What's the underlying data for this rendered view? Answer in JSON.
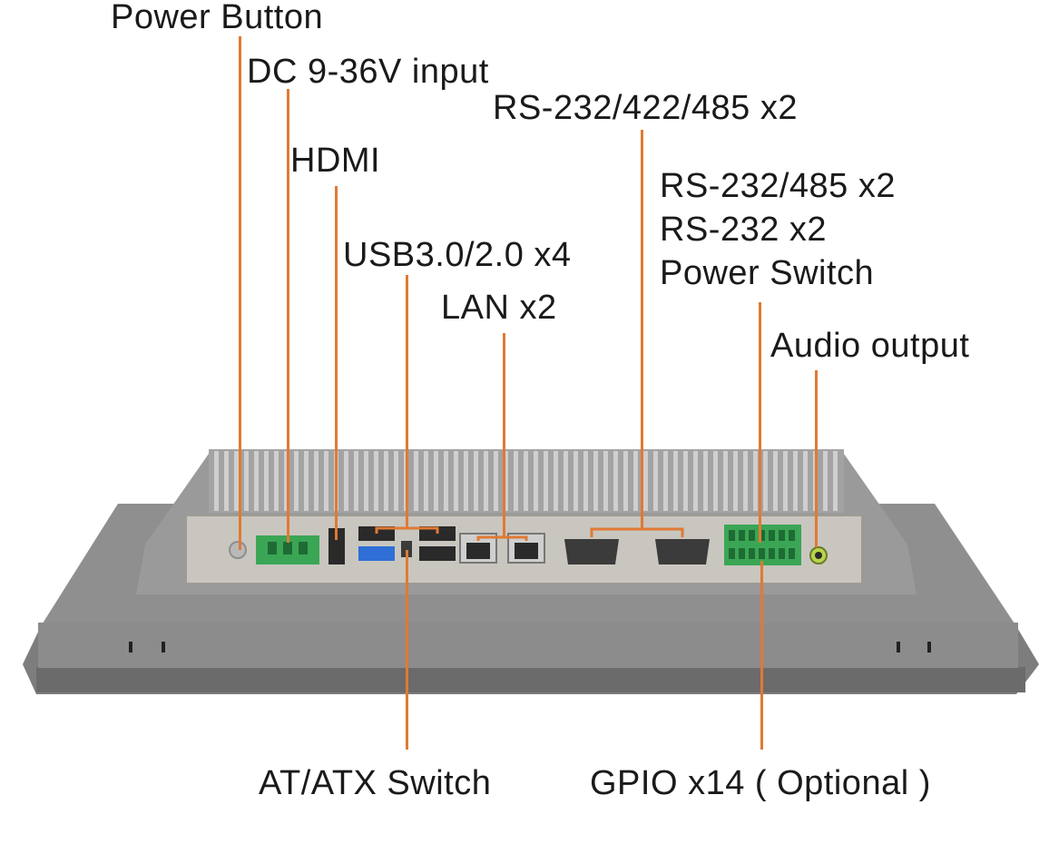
{
  "labels": {
    "power_button": "Power Button",
    "dc_input": "DC 9-36V input",
    "rs232_422_485": "RS-232/422/485 x2",
    "hdmi": "HDMI",
    "rs232_485": "RS-232/485 x2",
    "rs232": "RS-232 x2",
    "power_switch": "Power Switch",
    "usb": "USB3.0/2.0 x4",
    "lan": "LAN x2",
    "audio_output": "Audio output",
    "at_atx_switch": "AT/ATX Switch",
    "gpio": "GPIO x14 ( Optional )"
  },
  "colors": {
    "leader_line": "#e07a34",
    "chassis": "#8a8a8a",
    "io_panel": "#c9c6bf",
    "terminal_green": "#3aa655",
    "usb_blue": "#2f6fd6"
  }
}
